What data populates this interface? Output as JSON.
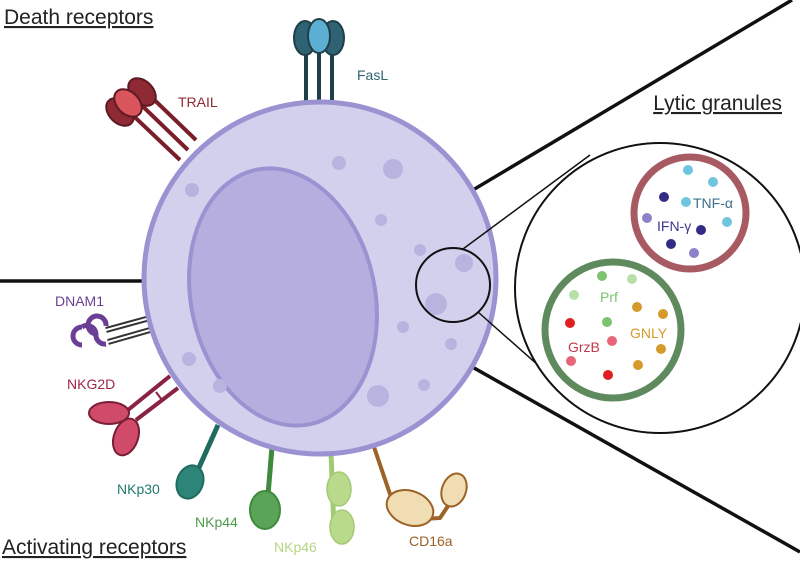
{
  "headings": {
    "death": "Death receptors",
    "lytic": "Lytic granules",
    "activating": "Activating receptors"
  },
  "receptors": {
    "trail": "TRAIL",
    "fasl": "FasL",
    "dnam1": "DNAM1",
    "nkg2d": "NKG2D",
    "nkp30": "NKp30",
    "nkp44": "NKp44",
    "nkp46": "NKp46",
    "cd16a": "CD16a"
  },
  "granules": {
    "tnf": "TNF-α",
    "ifn": "IFN-γ",
    "prf": "Prf",
    "gnly": "GNLY",
    "grzb": "GrzB"
  },
  "colors": {
    "cell": "#d3d0ee",
    "nucleus": "#b5aede",
    "trail": "#8e2a33",
    "fasl": "#2f6272",
    "dnam1": "#6a3f95",
    "nkg2d": "#a02848",
    "nkp30": "#237a6e",
    "nkp44": "#4f9a4c",
    "nkp46": "#b5d685",
    "cd16a": "#9c6226"
  }
}
